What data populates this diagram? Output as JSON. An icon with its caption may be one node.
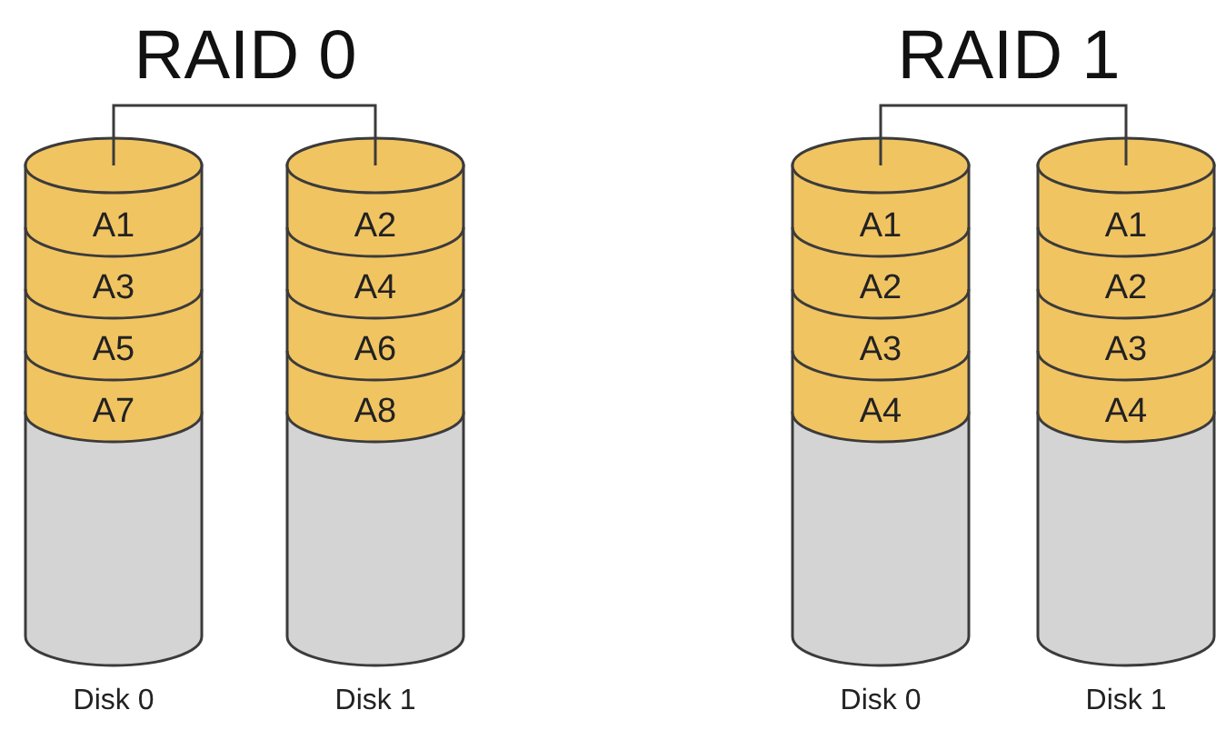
{
  "diagram": {
    "nodes": [
      {
        "text": [],
        "shape": "cylinder",
        "beside": [
          "Disk 0"
        ]
      },
      {
        "text": [
          "A1"
        ],
        "in": 0
      },
      {
        "text": [
          "A3"
        ],
        "in": 0
      },
      {
        "text": [
          "A5"
        ],
        "in": 0
      },
      {
        "text": [
          "A7"
        ],
        "in": 0
      },
      {
        "text": [],
        "shape": "cylinder",
        "beside": [
          "Disk 1"
        ]
      },
      {
        "text": [
          "A2"
        ],
        "in": 5
      },
      {
        "text": [
          "A4"
        ],
        "in": 5
      },
      {
        "text": [
          "A6"
        ],
        "in": 5
      },
      {
        "text": [
          "A8"
        ],
        "in": 5
      },
      {
        "text": [],
        "shape": "cylinder",
        "beside": [
          "Disk 0"
        ]
      },
      {
        "text": [
          "A1"
        ],
        "in": 10
      },
      {
        "text": [
          "A2"
        ],
        "in": 10
      },
      {
        "text": [
          "A3"
        ],
        "in": 10
      },
      {
        "text": [
          "A4"
        ],
        "in": 10
      },
      {
        "text": [],
        "shape": "cylinder",
        "beside": [
          "Disk 1"
        ]
      },
      {
        "text": [
          "A1"
        ],
        "in": 15
      },
      {
        "text": [
          "A2"
        ],
        "in": 15
      },
      {
        "text": [
          "A3"
        ],
        "in": 15
      },
      {
        "text": [
          "A4"
        ],
        "in": 15
      }
    ],
    "edges": [
      {
        "from": 0,
        "to": 5,
        "arrow": "none"
      },
      {
        "from": 10,
        "to": 15,
        "arrow": "none"
      }
    ],
    "labels": [
      "RAID 0",
      "RAID 1"
    ]
  }
}
